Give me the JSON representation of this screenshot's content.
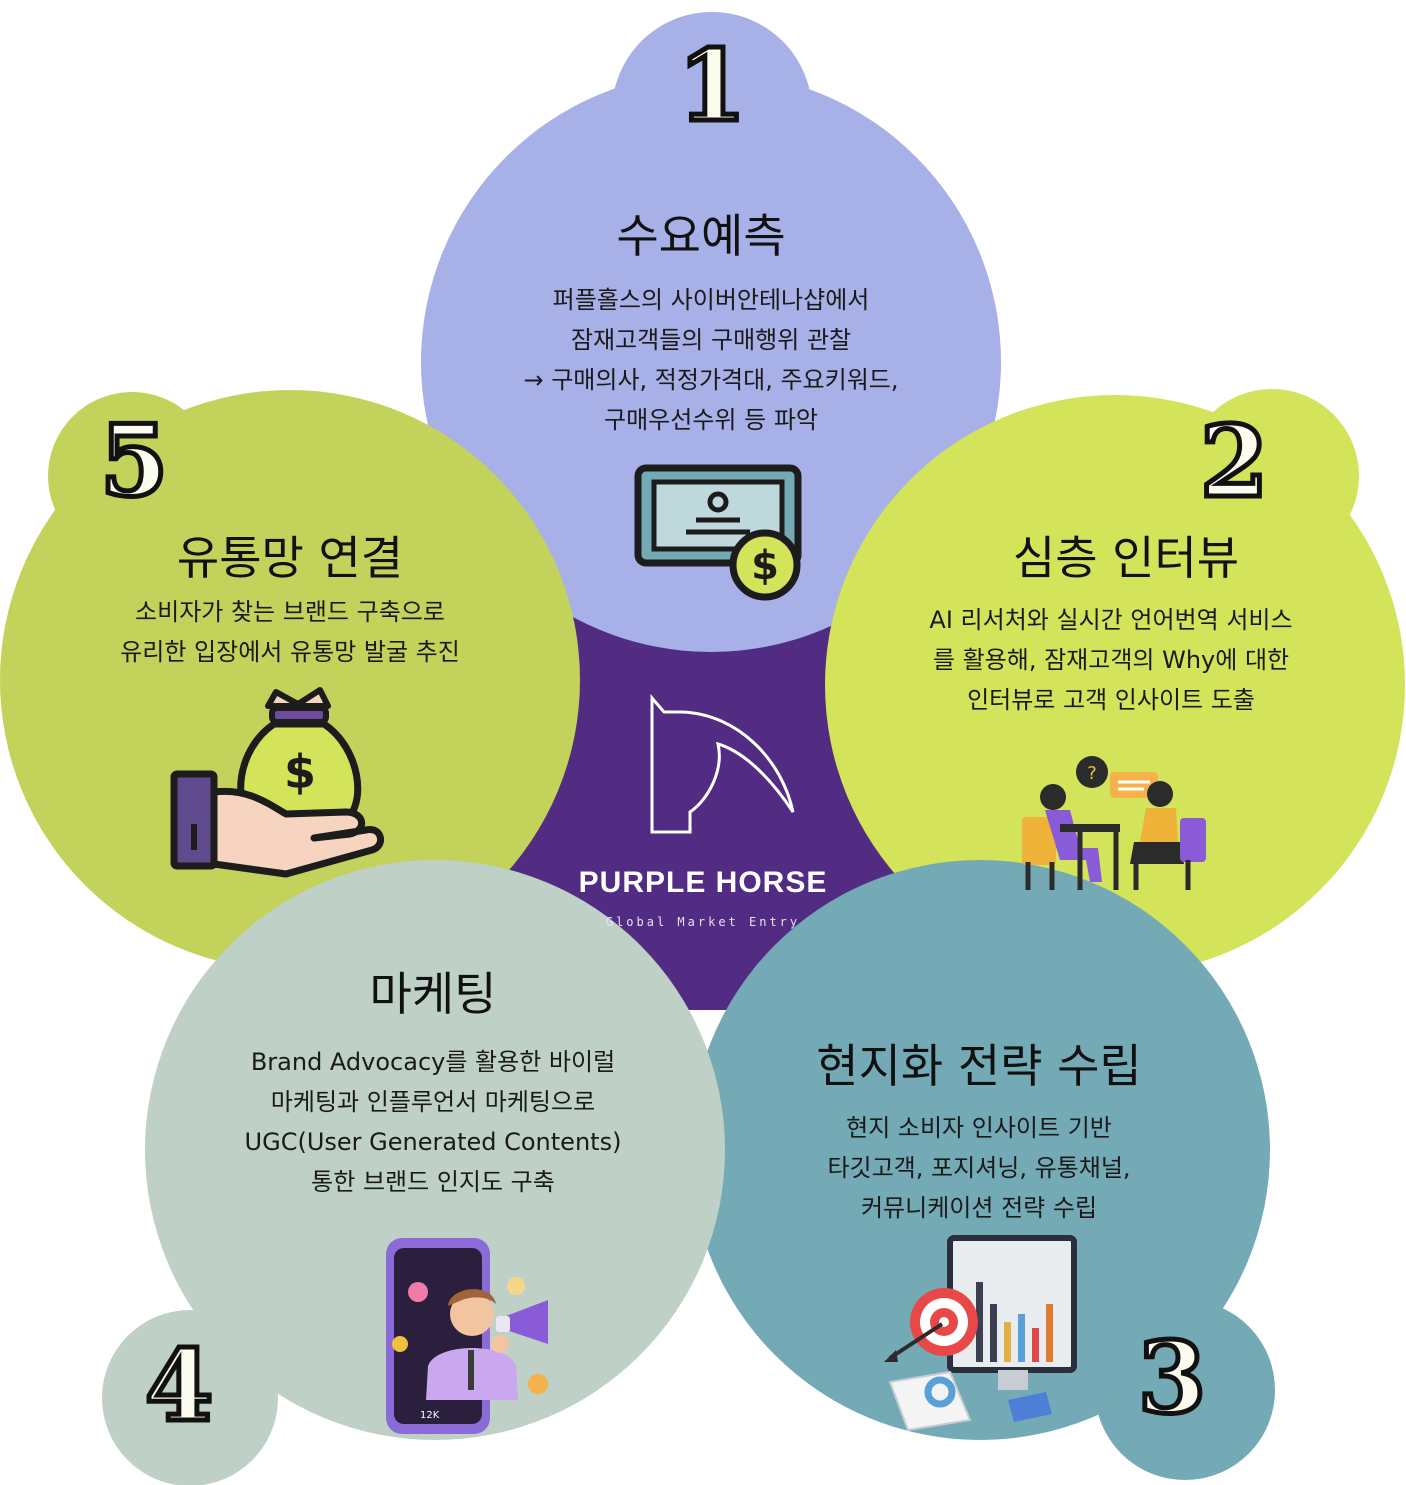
{
  "brand": {
    "name": "PURPLE HORSE",
    "tagline": "Global Market Entry"
  },
  "colors": {
    "step1": "#a7b0e7",
    "step2": "#d3e35a",
    "step3": "#73aab5",
    "step4": "#bfd0c7",
    "step5": "#c3d25a",
    "center": "#522c82"
  },
  "steps": [
    {
      "number": "1",
      "title": "수요예측",
      "lines": [
        "퍼플홀스의 사이버안테나샵에서",
        "잠재고객들의 구매행위 관찰",
        "→ 구매의사, 적정가격대, 주요키워드,",
        "구매우선수위 등 파악"
      ],
      "icon": "money-bill-icon"
    },
    {
      "number": "2",
      "title": "심층 인터뷰",
      "lines": [
        "AI 리서처와 실시간 언어번역 서비스",
        "를 활용해, 잠재고객의 Why에 대한",
        "인터뷰로 고객 인사이트 도출"
      ],
      "icon": "interview-icon"
    },
    {
      "number": "3",
      "title": "현지화 전략 수립",
      "lines": [
        "현지 소비자 인사이트 기반",
        "타깃고객, 포지셔닝, 유통채널,",
        "커뮤니케이션 전략 수립"
      ],
      "icon": "target-chart-icon"
    },
    {
      "number": "4",
      "title": "마케팅",
      "lines": [
        "Brand Advocacy를 활용한 바이럴",
        "마케팅과 인플루언서 마케팅으로",
        "UGC(User Generated Contents)",
        "통한 브랜드 인지도 구축"
      ],
      "icon": "influencer-phone-icon",
      "phone_stat": "12K"
    },
    {
      "number": "5",
      "title": "유통망 연결",
      "lines": [
        "소비자가 찾는 브랜드 구축으로",
        "유리한 입장에서 유통망 발굴 추진"
      ],
      "icon": "money-bag-hand-icon"
    }
  ]
}
